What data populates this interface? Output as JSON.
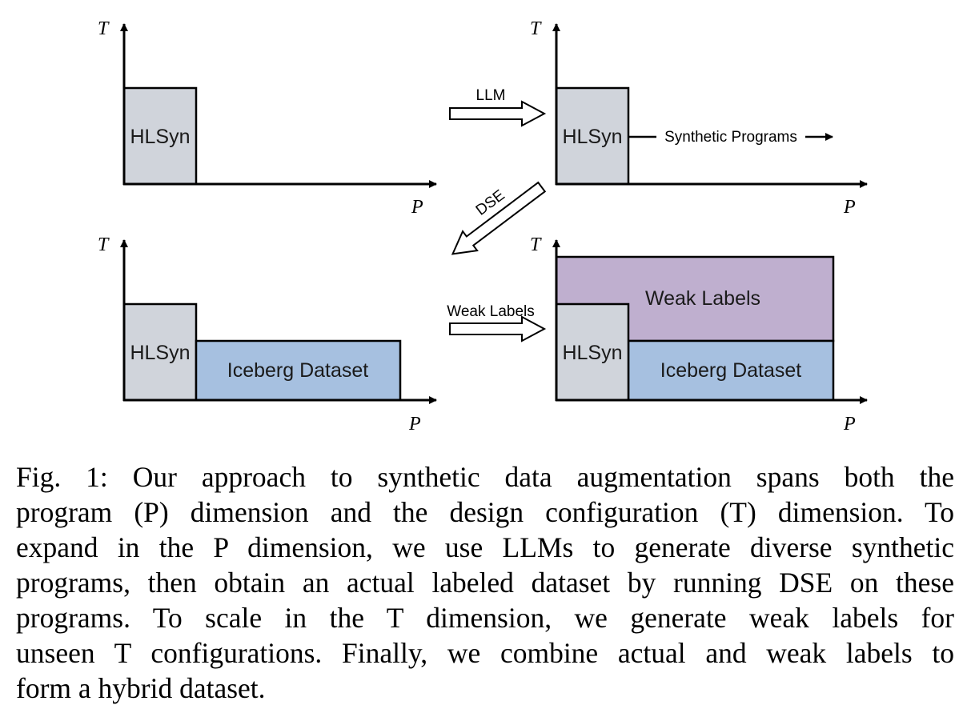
{
  "colors": {
    "hlsyn": "#d0d4db",
    "iceberg": "#a6c0e0",
    "weak": "#bfafcf",
    "stroke": "#000000"
  },
  "axes": {
    "y_label": "T",
    "x_label": "P"
  },
  "panels": {
    "top_left": {
      "hlsyn": "HLSyn"
    },
    "top_right": {
      "hlsyn": "HLSyn",
      "synthetic": "Synthetic Programs"
    },
    "bottom_left": {
      "hlsyn": "HLSyn",
      "iceberg": "Iceberg Dataset"
    },
    "bottom_right": {
      "hlsyn": "HLSyn",
      "iceberg": "Iceberg Dataset",
      "weak": "Weak Labels"
    }
  },
  "arrows": {
    "llm": "LLM",
    "dse": "DSE",
    "weak_labels": "Weak Labels"
  },
  "caption": {
    "lines": [
      "Fig. 1: Our approach to synthetic data augmentation spans both the",
      "program (P) dimension and the design configuration (T) dimension. To",
      "expand in the P dimension, we use LLMs to generate diverse synthetic",
      "programs, then obtain an actual labeled dataset by running DSE on these",
      "programs. To scale in the T dimension, we generate weak labels for",
      "unseen T configurations. Finally, we combine actual and weak labels to",
      "form a hybrid dataset."
    ]
  }
}
